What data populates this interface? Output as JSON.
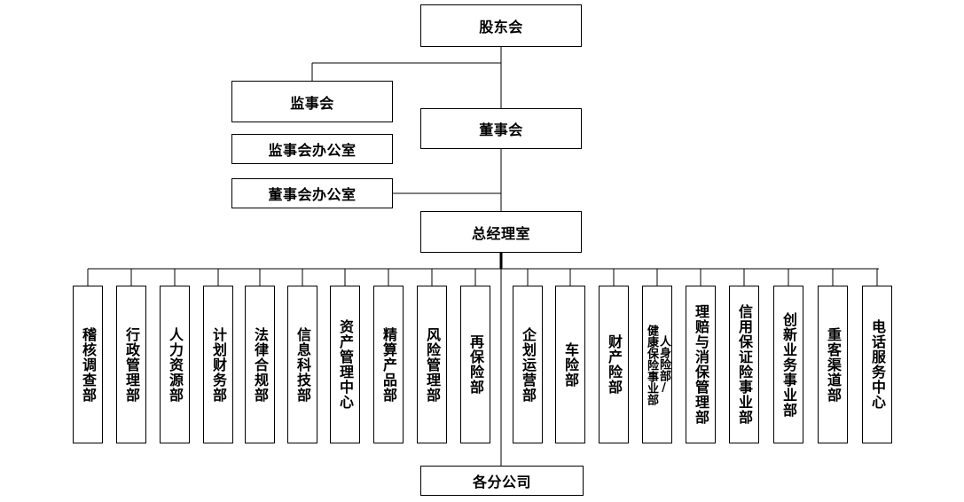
{
  "shareholders": "股东会",
  "supervisory_board": "监事会",
  "supervisory_office": "监事会办公室",
  "board": "董事会",
  "board_office": "董事会办公室",
  "gm_office": "总经理室",
  "branches": "各分公司",
  "departments": [
    {
      "name": "稽核调查部",
      "lines": [
        "稽核调查部"
      ]
    },
    {
      "name": "行政管理部",
      "lines": [
        "行政管理部"
      ]
    },
    {
      "name": "人力资源部",
      "lines": [
        "人力资源部"
      ]
    },
    {
      "name": "计划财务部",
      "lines": [
        "计划财务部"
      ]
    },
    {
      "name": "法律合规部",
      "lines": [
        "法律合规部"
      ]
    },
    {
      "name": "信息科技部",
      "lines": [
        "信息科技部"
      ]
    },
    {
      "name": "资产管理中心",
      "lines": [
        "资产管理中心"
      ]
    },
    {
      "name": "精算产品部",
      "lines": [
        "精算产品部"
      ]
    },
    {
      "name": "风险管理部",
      "lines": [
        "风险管理部"
      ]
    },
    {
      "name": "再保险部",
      "lines": [
        "再保险部"
      ]
    },
    {
      "name": "企划运营部",
      "lines": [
        "企划运营部"
      ]
    },
    {
      "name": "车险部",
      "lines": [
        "车险部"
      ]
    },
    {
      "name": "财产险部",
      "lines": [
        "财产险部"
      ]
    },
    {
      "name": "健康保险事业部/人身险部",
      "lines": [
        "健康保险事业部",
        "人身险部/"
      ]
    },
    {
      "name": "理赔与消保管理部",
      "lines": [
        "理赔与消保管理部"
      ]
    },
    {
      "name": "信用保证险事业部",
      "lines": [
        "信用保证险事业部"
      ]
    },
    {
      "name": "创新业务事业部",
      "lines": [
        "创新业务事业部"
      ]
    },
    {
      "name": "重客渠道部",
      "lines": [
        "重客渠道部"
      ]
    },
    {
      "name": "电话服务中心",
      "lines": [
        "电话服务中心"
      ]
    }
  ]
}
